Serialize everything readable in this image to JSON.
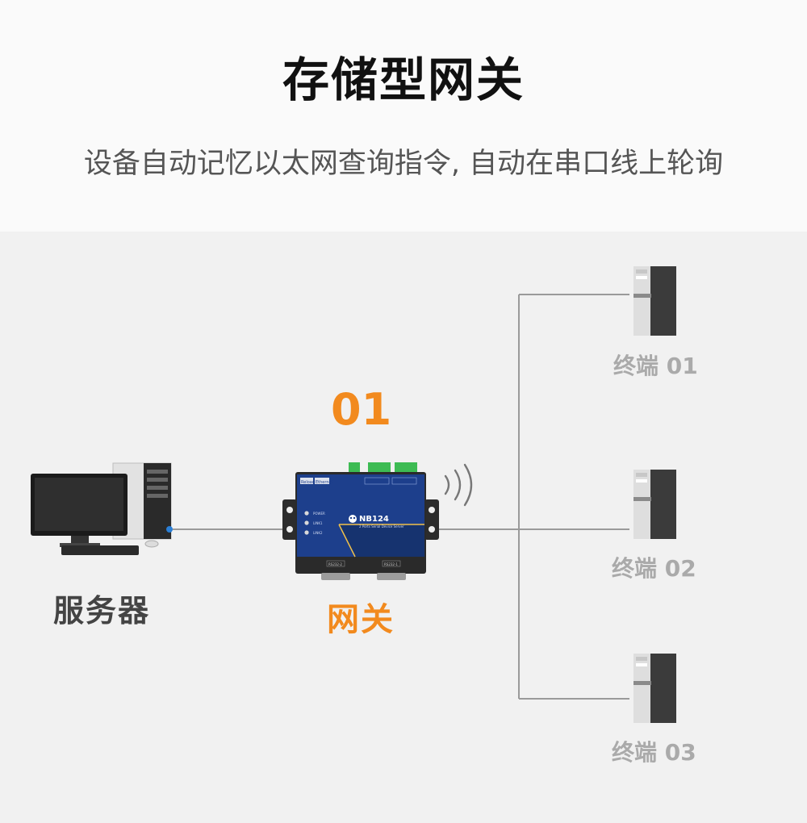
{
  "header": {
    "title": "存储型网关",
    "subtitle": "设备自动记忆以太网查询指令, 自动在串口线上轮询"
  },
  "diagram": {
    "step_number": "01",
    "server_label": "服务器",
    "gateway_label": "网关",
    "gateway_device": {
      "model": "NB124",
      "description": "2 Ports Serial Device Server",
      "port_reload": "Reload",
      "port_ethernet": "Ethernet",
      "indicator_labels": [
        "POWER",
        "LINK1",
        "LINK2"
      ],
      "rs_labels": [
        "RS232-2",
        "RS232-1"
      ]
    },
    "terminals": [
      {
        "label": "终端 01"
      },
      {
        "label": "终端 02"
      },
      {
        "label": "终端 03"
      }
    ],
    "colors": {
      "accent_orange": "#f28a1e",
      "device_blue": "#1d3f8c",
      "line_gray": "#9a9a9a",
      "terminal_label_gray": "#aaaaaa"
    }
  }
}
